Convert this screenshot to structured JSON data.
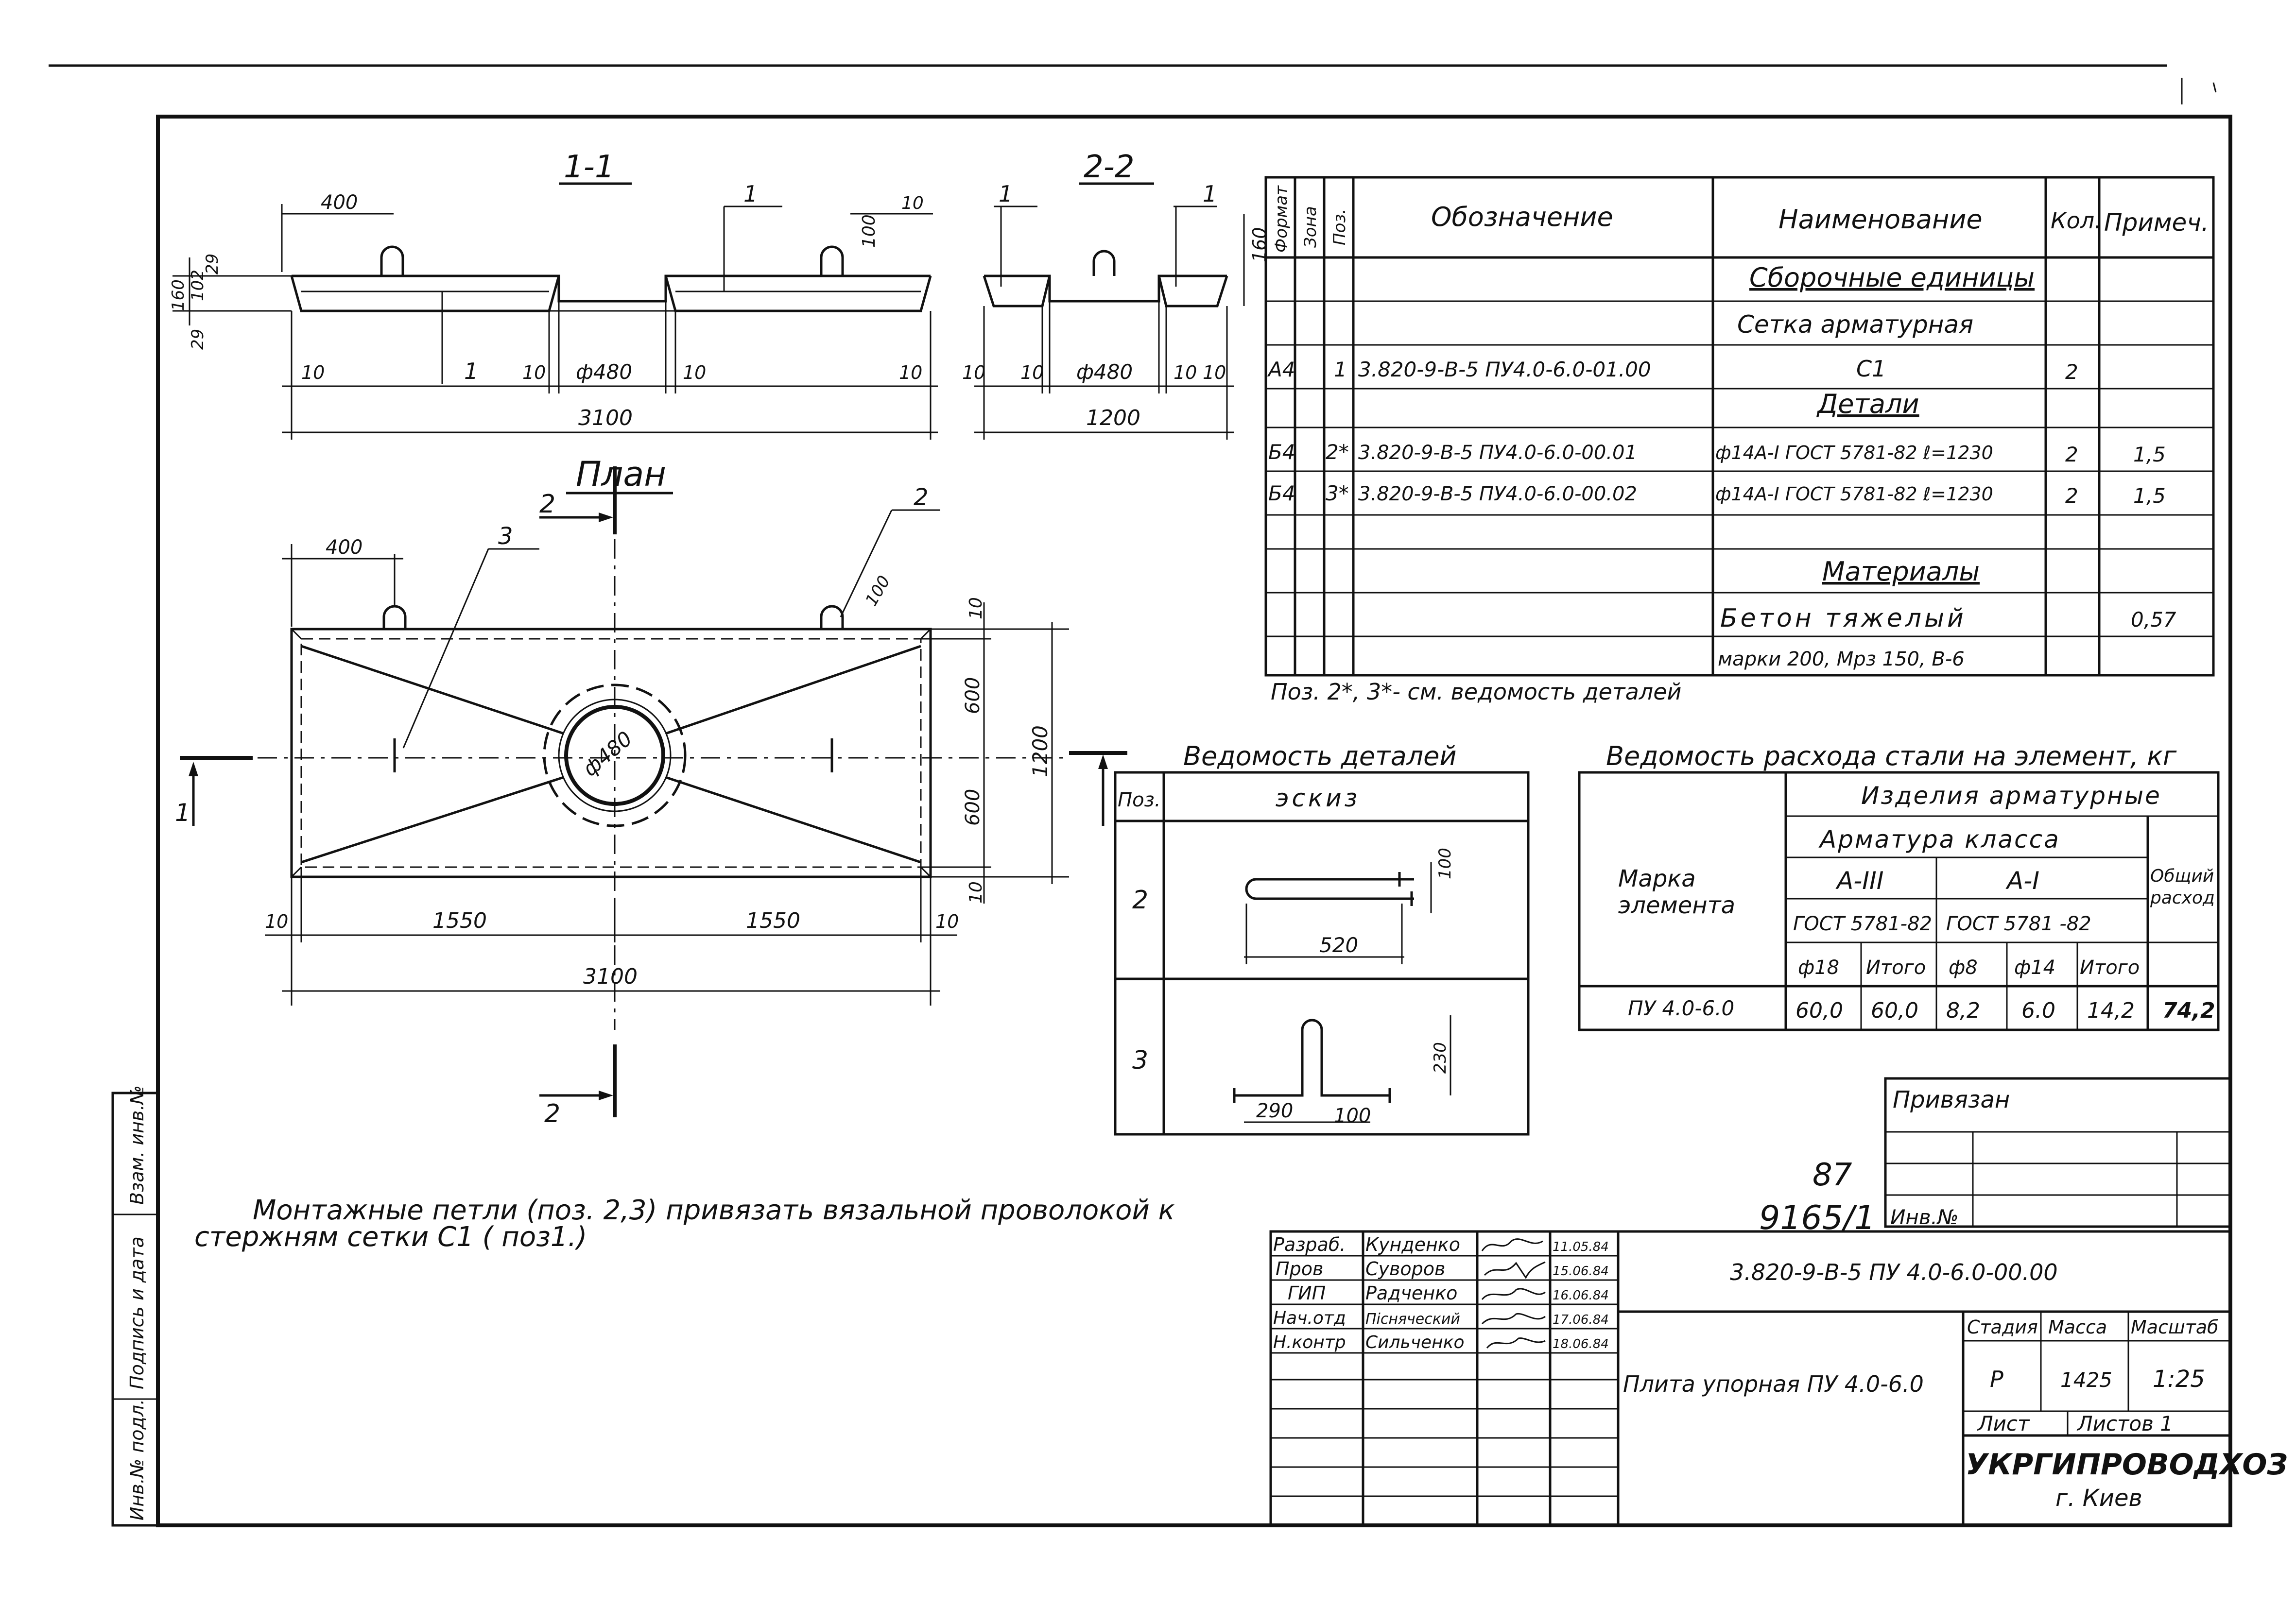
{
  "sections": {
    "s1_title": "1-1",
    "s2_title": "2-2",
    "plan_title": "План",
    "callout_1": "1",
    "callout_2": "2",
    "callout_3": "3",
    "dims": {
      "d400": "400",
      "d10": "10",
      "d100": "100",
      "d160": "160",
      "d29": "29",
      "d102": "102",
      "phi480": "ф480",
      "phi_480_circle": "ф480",
      "d3100": "3100",
      "d1200": "1200",
      "d600": "600",
      "d1550": "1550"
    }
  },
  "spec_table": {
    "headers": {
      "format": "Формат",
      "zone": "Зона",
      "pos": "Поз.",
      "designation": "Обозначение",
      "name": "Наименование",
      "qty": "Кол.",
      "note": "Примеч."
    },
    "rows": [
      {
        "format": "",
        "pos": "",
        "designation": "",
        "name": "Сборочные единицы",
        "qty": "",
        "note": ""
      },
      {
        "format": "",
        "pos": "",
        "designation": "",
        "name": "Сетка арматурная",
        "qty": "",
        "note": ""
      },
      {
        "format": "А4",
        "pos": "1",
        "designation": "3.820-9-В-5 ПУ4.0-6.0-01.00",
        "name": "С1",
        "qty": "2",
        "note": ""
      },
      {
        "format": "",
        "pos": "",
        "designation": "",
        "name": "Детали",
        "qty": "",
        "note": ""
      },
      {
        "format": "Б4",
        "pos": "2*",
        "designation": "3.820-9-В-5 ПУ4.0-6.0-00.01",
        "name": "ф14А-I ГОСТ 5781-82 ℓ=1230",
        "qty": "2",
        "note": "1,5"
      },
      {
        "format": "Б4",
        "pos": "3*",
        "designation": "3.820-9-В-5 ПУ4.0-6.0-00.02",
        "name": "ф14А-I ГОСТ 5781-82 ℓ=1230",
        "qty": "2",
        "note": "1,5"
      },
      {
        "format": "",
        "pos": "",
        "designation": "",
        "name": "",
        "qty": "",
        "note": ""
      },
      {
        "format": "",
        "pos": "",
        "designation": "",
        "name": "Материалы",
        "qty": "",
        "note": ""
      },
      {
        "format": "",
        "pos": "",
        "designation": "",
        "name": "Бетон тяжелый",
        "qty": "",
        "note": "0,57"
      },
      {
        "format": "",
        "pos": "",
        "designation": "",
        "name": "марки 200, Мрз 150, В-6",
        "qty": "",
        "note": ""
      }
    ],
    "footnote": "Поз. 2*, 3*- см. ведомость деталей"
  },
  "details_sheet": {
    "title": "Ведомость деталей",
    "col_pos": "Поз.",
    "col_sketch": "эскиз",
    "rows": [
      {
        "pos": "2",
        "dims": [
          "520",
          "100"
        ]
      },
      {
        "pos": "3",
        "dims": [
          "290",
          "100",
          "230"
        ]
      }
    ]
  },
  "steel_sheet": {
    "title": "Ведомость расхода стали на элемент, кг",
    "mark_header": "Марка элемента",
    "products": "Изделия арматурные",
    "armature_class": "Арматура класса",
    "class_a3": "А-III",
    "class_a1": "А-I",
    "gost_a3": "ГОСТ 5781-82",
    "gost_a1": "ГОСТ 5781 -82",
    "total_header": "Общий расход",
    "sub_headers": [
      "ф18",
      "Итого",
      "ф8",
      "ф14",
      "Итого"
    ],
    "row": {
      "mark": "ПУ 4.0-6.0",
      "values": [
        "60,0",
        "60,0",
        "8,2",
        "6.0",
        "14,2"
      ],
      "total": "74,2"
    }
  },
  "note_text": "Монтажные петли (поз. 2,3) привязать вязальной проволокой к стержням сетки С1 ( поз1.)",
  "stamp": {
    "privyazan": "Привязан",
    "inv_label": "Инв.№",
    "hand_87": "87",
    "hand_9165": "9165/1",
    "designation": "3.820-9-В-5 ПУ 4.0-6.0-00.00",
    "roles": [
      {
        "role": "Разраб.",
        "name": "Кунденко",
        "date": "11.05.84"
      },
      {
        "role": "Пров",
        "name": "Суворов",
        "date": "15.06.84"
      },
      {
        "role": "ГИП",
        "name": "Радченко",
        "date": "16.06.84"
      },
      {
        "role": "Нач.отд",
        "name": "Пісняческий",
        "date": "17.06.84"
      },
      {
        "role": "Н.контр",
        "name": "Сильченко",
        "date": "18.06.84"
      }
    ],
    "title": "Плита упорная ПУ 4.0-6.0",
    "stage_label": "Стадия",
    "mass_label": "Масса",
    "scale_label": "Масштаб",
    "stage": "Р",
    "mass": "1425",
    "scale": "1:25",
    "sheet_label": "Лист",
    "sheets_label": "Листов 1",
    "org": "УКРГИПРОВОДХОЗ",
    "city": "г. Киев"
  },
  "side_stamp": {
    "inv_podl": "Инв.№ подл.",
    "sign_date": "Подпись и дата",
    "vzam_inv": "Взам. инв.№"
  }
}
